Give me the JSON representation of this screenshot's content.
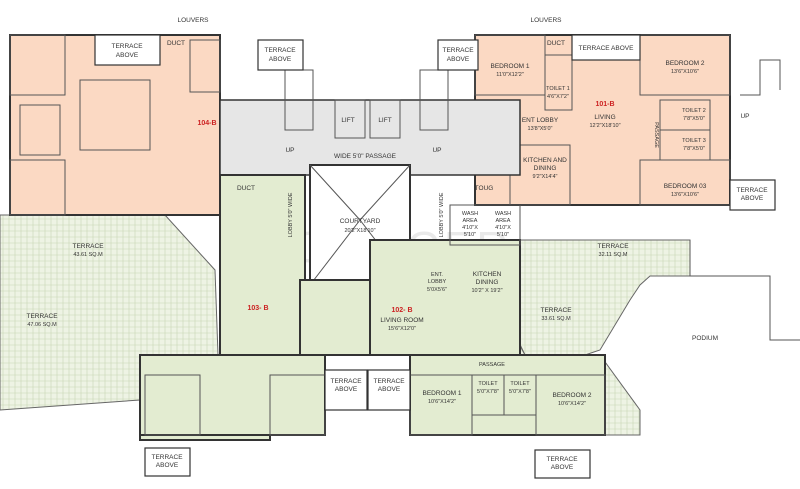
{
  "colors": {
    "unit_peach": "#fbd9c3",
    "unit_green": "#e3ecd1",
    "core_gray": "#e6e6e6",
    "terrace_green": "#eef3e4",
    "unit_label": "#cc2222"
  },
  "watermark": "PROPTIGER",
  "units": {
    "u104": "104-B",
    "u101": "101-B",
    "u103": "103- B",
    "u102": "102- B"
  },
  "labels": {
    "louvers_left": "LOUVERS",
    "louvers_right": "LOUVERS",
    "terrace_above_tl1": "TERRACE",
    "terrace_above_tl1b": "ABOVE",
    "terrace_above_tl2": "TERRACE",
    "terrace_above_tl2b": "ABOVE",
    "terrace_above_tr1": "TERRACE",
    "terrace_above_tr1b": "ABOVE",
    "terrace_above_tr2": "TERRACE ABOVE",
    "terrace_above_right": "TERRACE",
    "terrace_above_rightb": "ABOVE",
    "duct": "DUCT",
    "lift": "LIFT",
    "up": "UP",
    "passage_wide": "WIDE 5'0\" PASSAGE",
    "courtyard": "COURTYARD",
    "courtyard_dim": "20'2\"X18'10\"",
    "lobby_left": "LOBBY 5'0\" WIDE",
    "lobby_right": "LOBBY 5'0\" WIDE",
    "toug": "TOUG",
    "wash1": "WASH",
    "wash1b": "AREA",
    "wash1c": "4'10\"X",
    "wash1d": "5'10\"",
    "wash2": "WASH",
    "wash2b": "AREA",
    "wash2c": "4'10\"X",
    "wash2d": "5'10\"",
    "bedroom1_101": "BEDROOM 1",
    "bedroom1_101_dim": "11'0\"X12'2\"",
    "toilet1_101": "TOILET 1",
    "toilet1_101_dim": "4'6\"X7'2\"",
    "bedroom2_101": "BEDROOM 2",
    "bedroom2_101_dim": "13'6\"X10'6\"",
    "toilet2_101": "TOILET 2",
    "toilet2_101_dim": "7'8\"X5'0\"",
    "toilet3_101": "TOILET 3",
    "toilet3_101_dim": "7'8\"X5'0\"",
    "bedroom3_101": "BEDROOM  03",
    "bedroom3_101_dim": "13'6\"X10'6\"",
    "living_101": "LIVING",
    "living_101_dim": "12'2\"X18'10\"",
    "entlobby_101": "ENT LOBBY",
    "entlobby_101_dim": "13'8\"X5'0\"",
    "kitchen_101": "KITCHEN AND",
    "kitchen_101b": "DINING",
    "kitchen_101_dim": "9'2\"X14'4\"",
    "passage_vert": "PASSAGE",
    "terrace_left": "TERRACE",
    "terrace_left_area": "43.61 SQ.M",
    "terrace_far_left": "TERRACE",
    "terrace_far_left_area": "47.06 SQ.M",
    "terrace_right": "TERRACE",
    "terrace_right_area": "32.11 SQ.M",
    "terrace_mid": "TERRACE",
    "terrace_mid_area": "33.61 SQ.M",
    "podium": "PODIUM",
    "entlobby_102": "ENT.",
    "entlobby_102b": "LOBBY",
    "entlobby_102_dim": "5'0X5'6\"",
    "kitchen_102": "KITCHEN",
    "kitchen_102b": "DINING",
    "kitchen_102_dim": "10'2\" X 19'2\"",
    "livingroom_102": "LIVING ROOM",
    "livingroom_102_dim": "15'6\"X12'0\"",
    "passage_102": "PASSAGE",
    "bedroom1_102": "BEDROOM 1",
    "bedroom1_102_dim": "10'6\"X14'2\"",
    "toilet_102a": "TOILET",
    "toilet_102a_dim": "5'0\"X7'8\"",
    "toilet_102b": "TOILET",
    "toilet_102b_dim": "5'0\"X7'8\"",
    "bedroom2_102": "BEDROOM 2",
    "bedroom2_102_dim": "10'6\"X14'2\"",
    "terrace_above_b1": "TERRACE",
    "terrace_above_b1b": "ABOVE",
    "terrace_above_b2": "TERRACE",
    "terrace_above_b2b": "ABOVE",
    "terrace_above_bl": "TERRACE",
    "terrace_above_blb": "ABOVE",
    "terrace_above_br": "TERRACE",
    "terrace_above_brb": "ABOVE"
  }
}
